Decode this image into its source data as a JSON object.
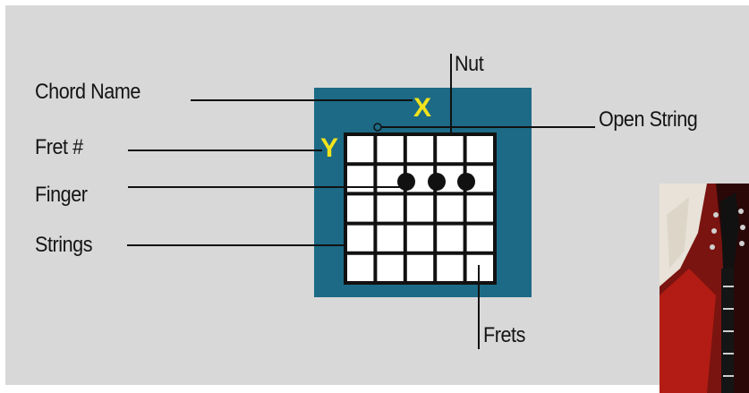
{
  "labels": {
    "chord_name": "Chord Name",
    "fret_number": "Fret #",
    "finger": "Finger",
    "strings": "Strings",
    "nut": "Nut",
    "open_string": "Open String",
    "frets": "Frets"
  },
  "diagram": {
    "x_marker": "X",
    "y_marker": "Y",
    "finger_dots": 3,
    "string_count": 6,
    "fret_rows": 5
  },
  "colors": {
    "background": "#d8d8d8",
    "chord_box": "#1c6a86",
    "marker": "#f2e31c",
    "ink": "#141414"
  },
  "photo": {
    "subject": "electric-guitar-headstock"
  }
}
